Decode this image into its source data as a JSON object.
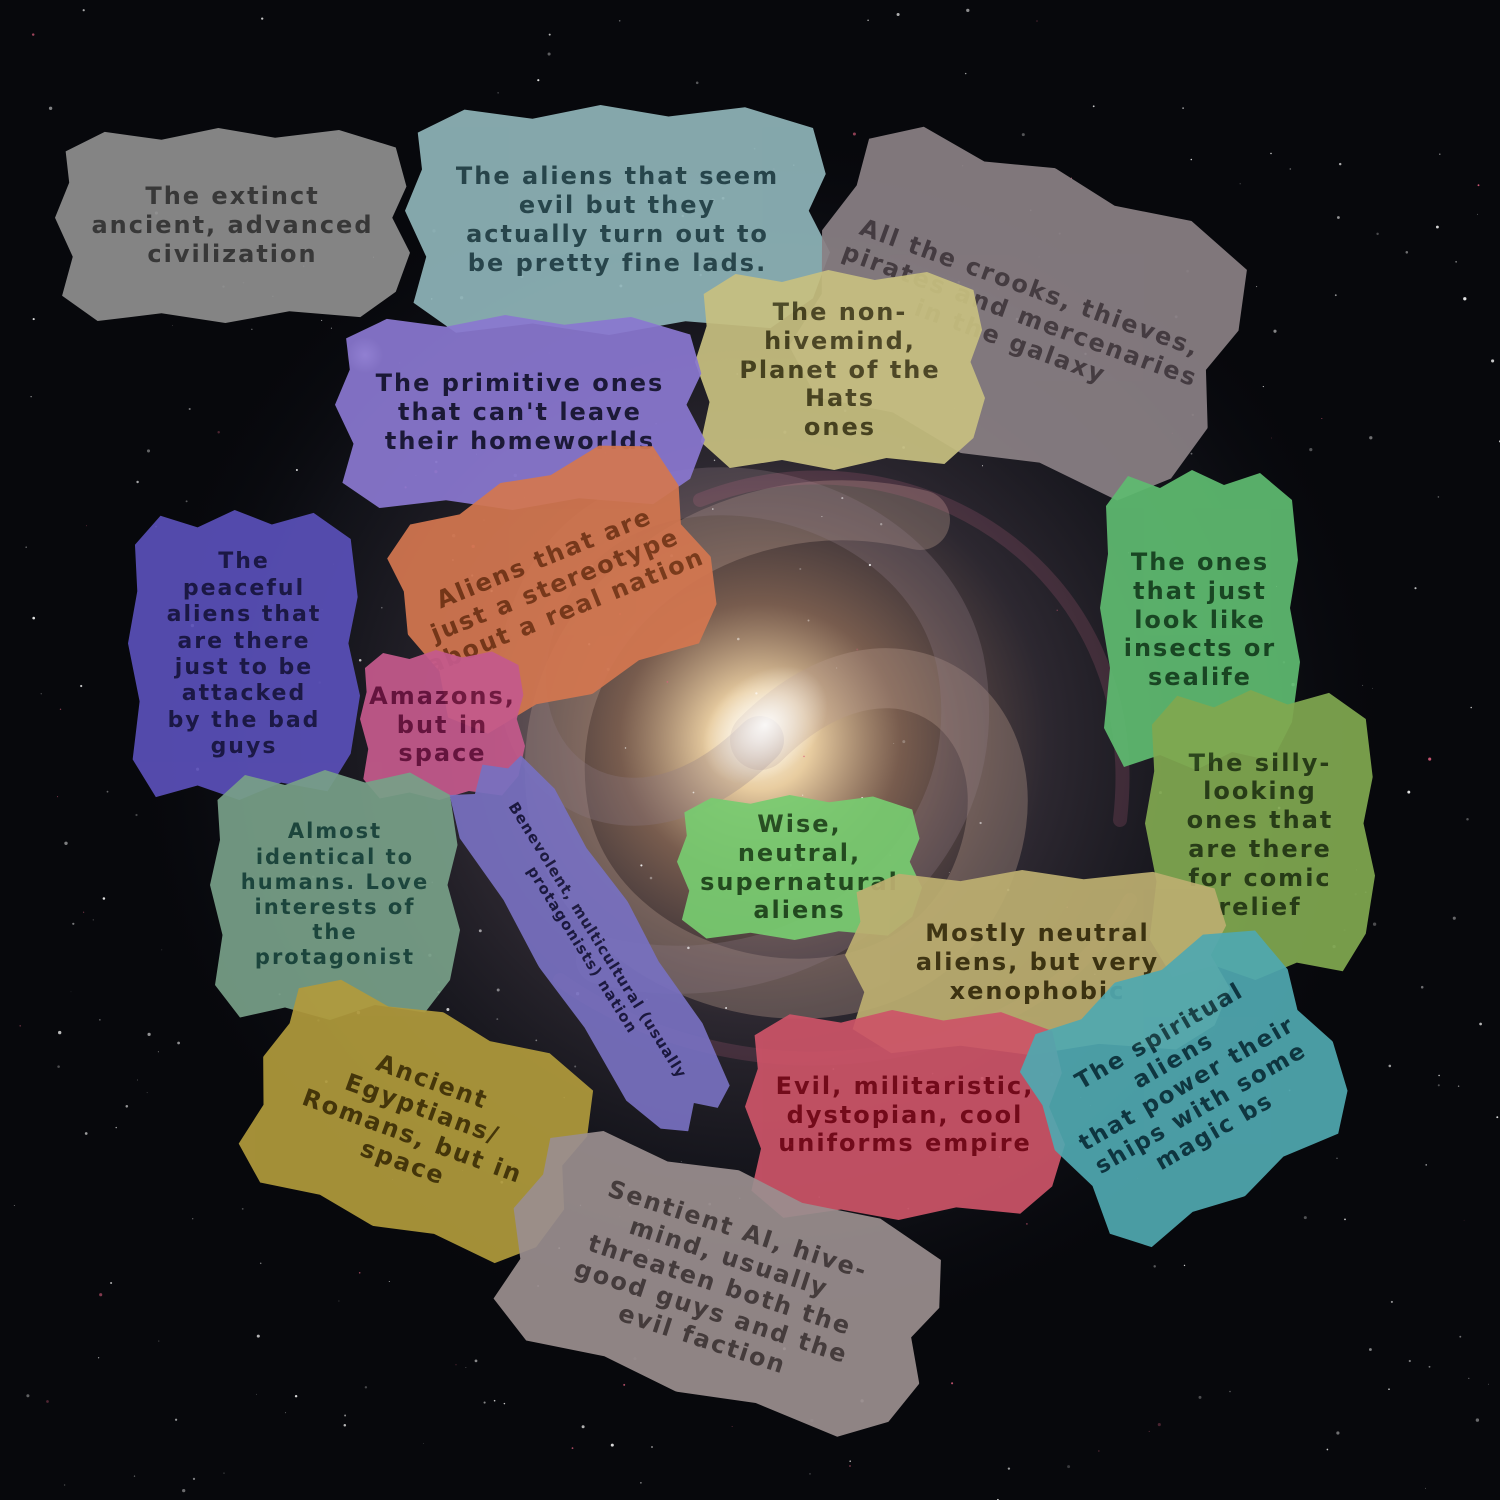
{
  "regions": [
    {
      "id": "extinct",
      "text": "The extinct\nancient, advanced\ncivilization",
      "color": "#8e8e8e",
      "text_color": "#3d3d3d"
    },
    {
      "id": "seem-evil",
      "text": "The aliens that seem\nevil but they\nactually turn out to\nbe pretty fine lads.",
      "color": "#8fb4b8",
      "text_color": "#2a4a50"
    },
    {
      "id": "crooks",
      "text": "All the crooks, thieves,\npirates and mercenaries\nin the galaxy",
      "color": "#8a8085",
      "text_color": "#4a4045"
    },
    {
      "id": "hats",
      "text": "The non-hivemind,\nPlanet of the Hats\nones",
      "color": "#c7c080",
      "text_color": "#4a4420"
    },
    {
      "id": "primitive",
      "text": "The primitive ones\nthat can't leave\ntheir homeworlds",
      "color": "#8a78d0",
      "text_color": "#1d1a3a"
    },
    {
      "id": "stereotype",
      "text": "Aliens that are\njust a stereotype\nabout a real nation",
      "color": "#d37750",
      "text_color": "#7a3818"
    },
    {
      "id": "peaceful",
      "text": "The\npeaceful\naliens that\nare there\njust to be\nattacked\nby the bad\nguys",
      "color": "#5a50b8",
      "text_color": "#1e1a4a"
    },
    {
      "id": "amazons",
      "text": "Amazons,\nbut in\nspace",
      "color": "#c45a8c",
      "text_color": "#6a1440"
    },
    {
      "id": "insects",
      "text": "The ones\nthat just\nlook like\ninsects or\nsealife",
      "color": "#5fbb70",
      "text_color": "#1a4a24"
    },
    {
      "id": "silly",
      "text": "The silly-\nlooking\nones that\nare there\nfor comic\nrelief",
      "color": "#80a850",
      "text_color": "#2a4018"
    },
    {
      "id": "almost-human",
      "text": "Almost\nidentical to\nhumans. Love\ninterests of\nthe\nprotagonist",
      "color": "#78a088",
      "text_color": "#1e4a40"
    },
    {
      "id": "benevolent",
      "text": "Benevolent, multicultural (usually\nprotagonists) nation",
      "color": "#7870c0",
      "text_color": "#1a1840"
    },
    {
      "id": "wise",
      "text": "Wise,\nneutral,\nsupernatural\naliens",
      "color": "#78cc70",
      "text_color": "#1e4a1c"
    },
    {
      "id": "xenophobic",
      "text": "Mostly neutral\naliens, but very\nxenophobic",
      "color": "#bcae70",
      "text_color": "#3e3410"
    },
    {
      "id": "evil-empire",
      "text": "Evil, militaristic,\ndystopian, cool\nuniforms empire",
      "color": "#cc5468",
      "text_color": "#7a0a1a"
    },
    {
      "id": "spiritual",
      "text": "The spiritual aliens\nthat power their\nships with some\nmagic bs",
      "color": "#50a8b0",
      "text_color": "#103a44"
    },
    {
      "id": "egyptians",
      "text": "Ancient\nEgyptians/\nRomans, but in\nspace",
      "color": "#b09a3c",
      "text_color": "#4a3a0a"
    },
    {
      "id": "sentient-ai",
      "text": "Sentient AI, hive-\nmind, usually\nthreaten both the\ngood guys and the\nevil faction",
      "color": "#9a8e8e",
      "text_color": "#4a4040"
    }
  ]
}
